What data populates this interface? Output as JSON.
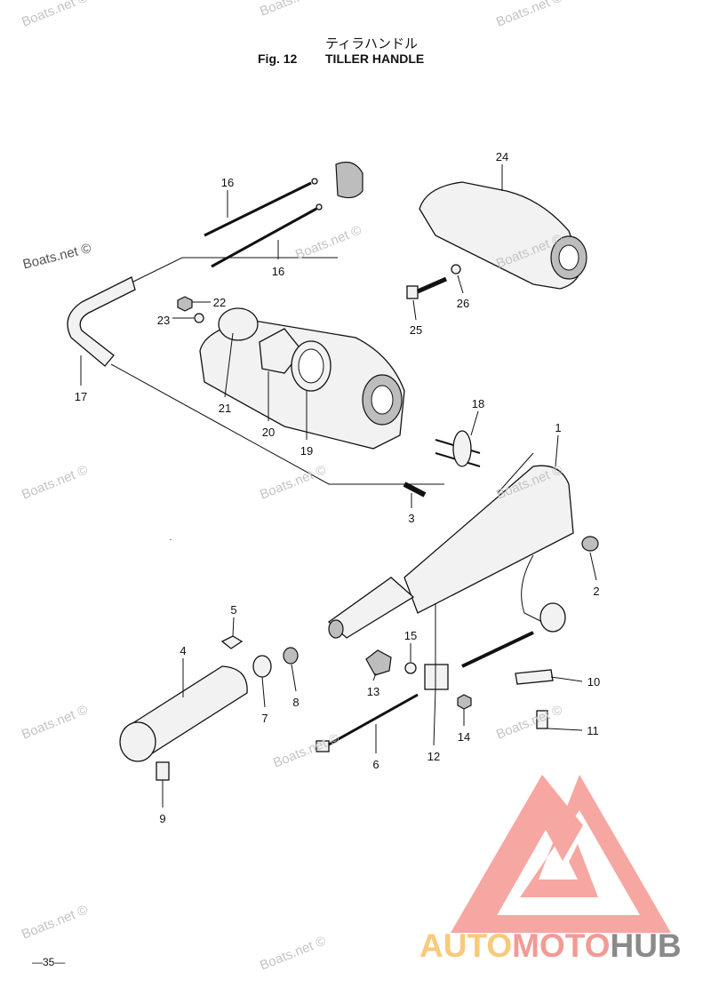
{
  "header": {
    "title_jp": "ティラハンドル",
    "fig_label": "Fig. 12",
    "title_en": "TILLER HANDLE"
  },
  "callouts": {
    "p1": "1",
    "p2": "2",
    "p3": "3",
    "p4": "4",
    "p5": "5",
    "p6": "6",
    "p7": "7",
    "p8": "8",
    "p9": "9",
    "p10": "10",
    "p11": "11",
    "p12": "12",
    "p13": "13",
    "p14": "14",
    "p15": "15",
    "p16a": "16",
    "p16b": "16",
    "p17": "17",
    "p18": "18",
    "p19": "19",
    "p20": "20",
    "p21": "21",
    "p22": "22",
    "p23": "23",
    "p24": "24",
    "p25": "25",
    "p26": "26"
  },
  "watermarks": [
    "Boats.net ©",
    "Boats.net ©",
    "Boats.net ©",
    "Boats.net ©",
    "Boats.net ©",
    "Boats.net ©",
    "Boats.net ©",
    "Boats.net ©",
    "Boats.net ©",
    "Boats.net ©",
    "Boats.net ©",
    "Boats.net ©",
    "Boats.net ©",
    "Boats.net ©"
  ],
  "page_number": "—35—",
  "logo": {
    "auto": "AUTO",
    "moto": "MOTO",
    "hub": "HUB",
    "colors": {
      "auto": "#f9c97a",
      "moto": "#f39a94",
      "hub": "#8a8a8a"
    }
  }
}
